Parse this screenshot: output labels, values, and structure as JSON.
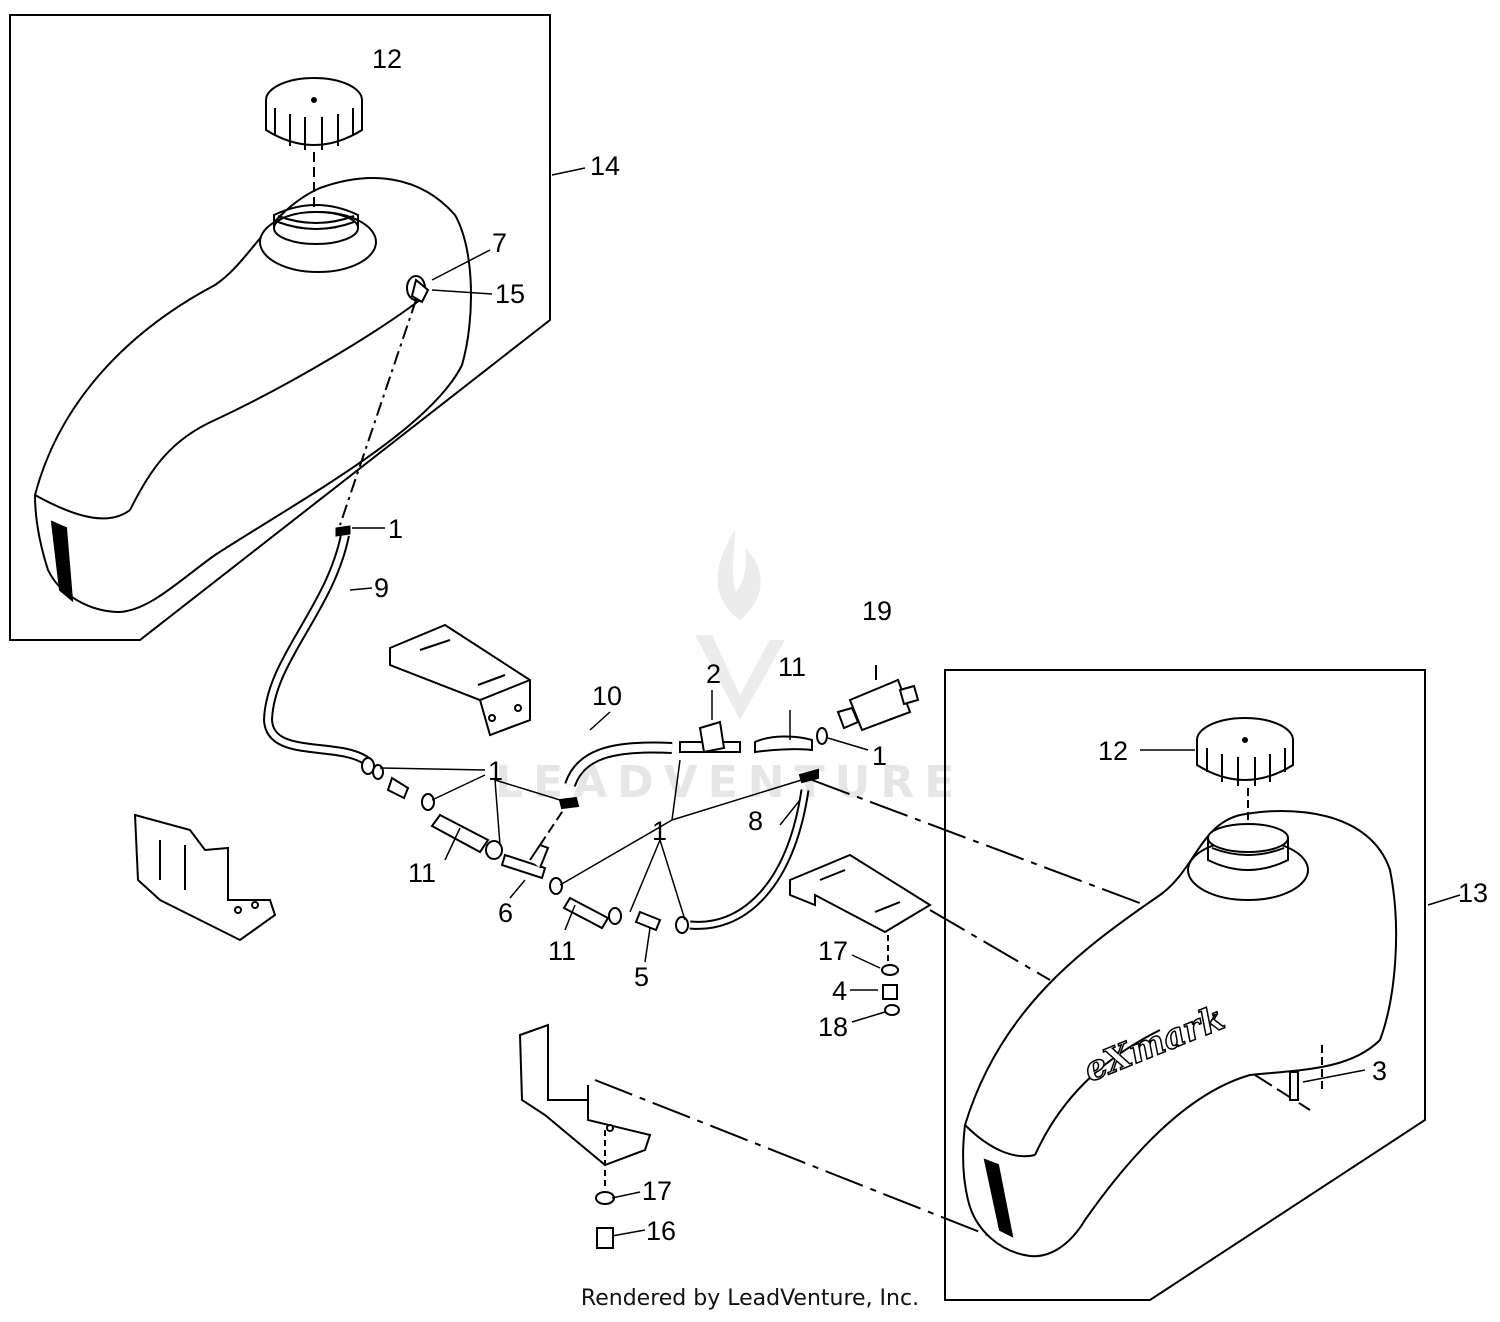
{
  "watermark": {
    "text": "LEADVENTURE"
  },
  "branding": {
    "tank_logo": "eXmark"
  },
  "footer": {
    "credit": "Rendered by LeadVenture, Inc."
  },
  "callouts": {
    "c12a": "12",
    "c14": "14",
    "c7": "7",
    "c15": "15",
    "c1a": "1",
    "c9": "9",
    "c19": "19",
    "c2": "2",
    "c11a": "11",
    "c10": "10",
    "c1b": "1",
    "c1c": "1",
    "c12b": "12",
    "c11b": "11",
    "c6": "6",
    "c1d": "1",
    "c8": "8",
    "c11c": "11",
    "c5": "5",
    "c13": "13",
    "c17a": "17",
    "c4": "4",
    "c18": "18",
    "c3": "3",
    "c17b": "17",
    "c16": "16"
  },
  "colors": {
    "line": "#000000",
    "part_fill": "#ffffff",
    "watermark": "#e6e6e6"
  }
}
